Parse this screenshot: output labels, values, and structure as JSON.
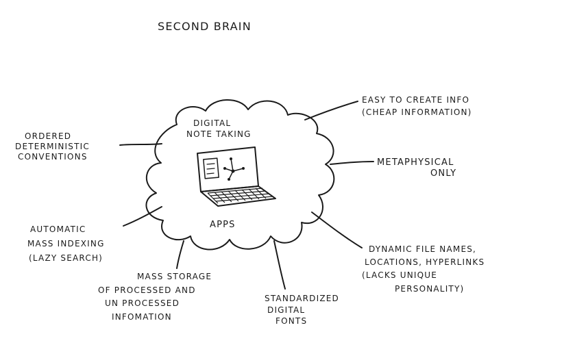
{
  "title": "SECOND BRAIN",
  "center": {
    "lines": [
      "DIGITAL",
      "NOTE TAKING"
    ],
    "bottom_label": "APPS",
    "illustration": "laptop-with-network-graph-icon"
  },
  "branches": {
    "ordered": [
      "ORDERED",
      "DETERMINISTIC",
      "CONVENTIONS"
    ],
    "automatic": [
      "AUTOMATIC",
      "MASS INDEXING",
      "(LAZY SEARCH)"
    ],
    "mass_storage": [
      "MASS STORAGE",
      "OF PROCESSED AND",
      "UN PROCESSED",
      "INFOMATION"
    ],
    "fonts": [
      "STANDARDIZED",
      "DIGITAL",
      "FONTS"
    ],
    "dynamic": [
      "DYNAMIC FILE NAMES,",
      "LOCATIONS, HYPERLINKS",
      "(LACKS UNIQUE",
      "PERSONALITY)"
    ],
    "metaphysical": [
      "METAPHYSICAL",
      "ONLY"
    ],
    "easy": [
      "EASY TO CREATE INFO",
      "(CHEAP INFORMATION)"
    ]
  }
}
